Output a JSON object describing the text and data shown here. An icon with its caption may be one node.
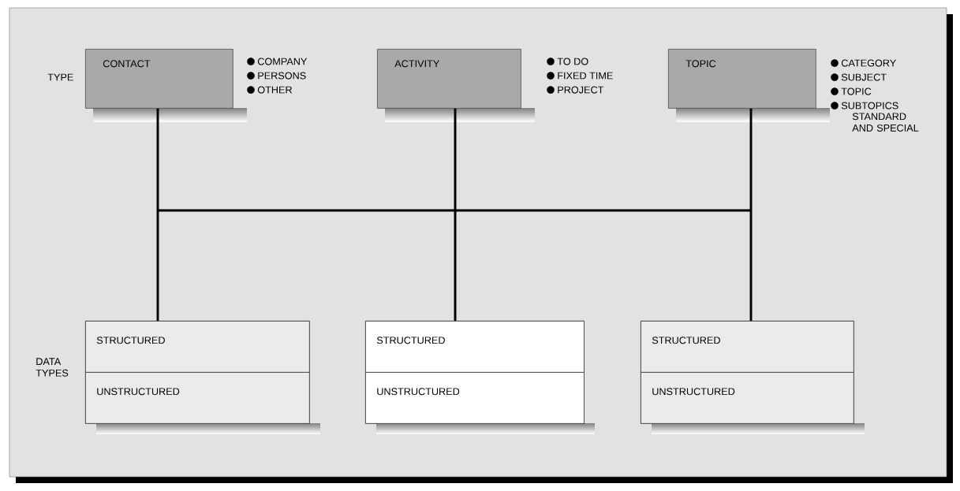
{
  "diagram": {
    "nodes": [
      {
        "text": [
          "CONTACT"
        ],
        "beside": [
          "COMPANY",
          "PERSONS",
          "OTHER"
        ]
      },
      {
        "text": [
          "ACTIVITY"
        ],
        "beside": [
          "TO DO",
          "FIXED TIME",
          "PROJECT"
        ]
      },
      {
        "text": [
          "TOPIC"
        ],
        "beside": [
          "CATEGORY",
          "SUBJECT",
          "TOPIC",
          "SUBTOPICS",
          "STANDARD AND SPECIAL"
        ]
      },
      {
        "text": [],
        "shape": "box"
      },
      {
        "text": [
          "STRUCTURED"
        ],
        "in": 3
      },
      {
        "text": [
          "UNSTRUCTURED"
        ],
        "in": 3
      },
      {
        "text": [],
        "shape": "box"
      },
      {
        "text": [
          "STRUCTURED"
        ],
        "in": 6
      },
      {
        "text": [
          "UNSTRUCTURED"
        ],
        "in": 6
      },
      {
        "text": [],
        "shape": "box"
      },
      {
        "text": [
          "STRUCTURED"
        ],
        "in": 9
      },
      {
        "text": [
          "UNSTRUCTURED"
        ],
        "in": 9
      }
    ],
    "edges": [
      {
        "from": 0,
        "to": 3,
        "arrow": "none"
      },
      {
        "from": 1,
        "to": 6,
        "arrow": "none"
      },
      {
        "from": 2,
        "to": 9,
        "arrow": "none"
      }
    ],
    "labels": [
      "TYPE",
      "DATA TYPES"
    ]
  }
}
